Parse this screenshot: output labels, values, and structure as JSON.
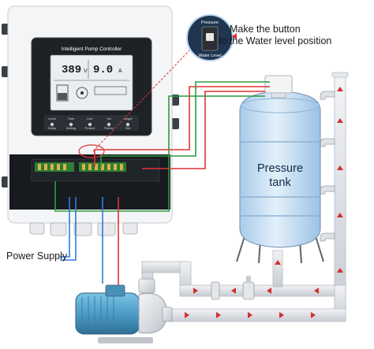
{
  "instruction": {
    "line1": "Make the button",
    "line2": "to the Water level position"
  },
  "inset": {
    "top_label": "Pressure",
    "bottom_label": "Water Level"
  },
  "controller": {
    "title": "Intelligent Pump Controller",
    "voltage_value": "389",
    "voltage_unit": "V",
    "current_value": "9.0",
    "current_unit": "A",
    "button_labels_row1": [
      "Level",
      "Time",
      "Curr",
      "Vol",
      "Target"
    ],
    "button_labels_row2": [
      "Delay",
      "Setting",
      "Protect",
      "Period",
      "Set"
    ]
  },
  "tank": {
    "label_line1": "Pressure",
    "label_line2": "tank"
  },
  "power_supply": "Power Supply",
  "colors": {
    "pipe": "#dcdfe4",
    "flow_arrow": "#d0312d",
    "wire_red": "#e03434",
    "wire_green": "#2e9b3e",
    "wire_blue": "#2f7be0",
    "tank_blue": "#bcd9f2",
    "pump_blue": "#5aa8cf"
  }
}
